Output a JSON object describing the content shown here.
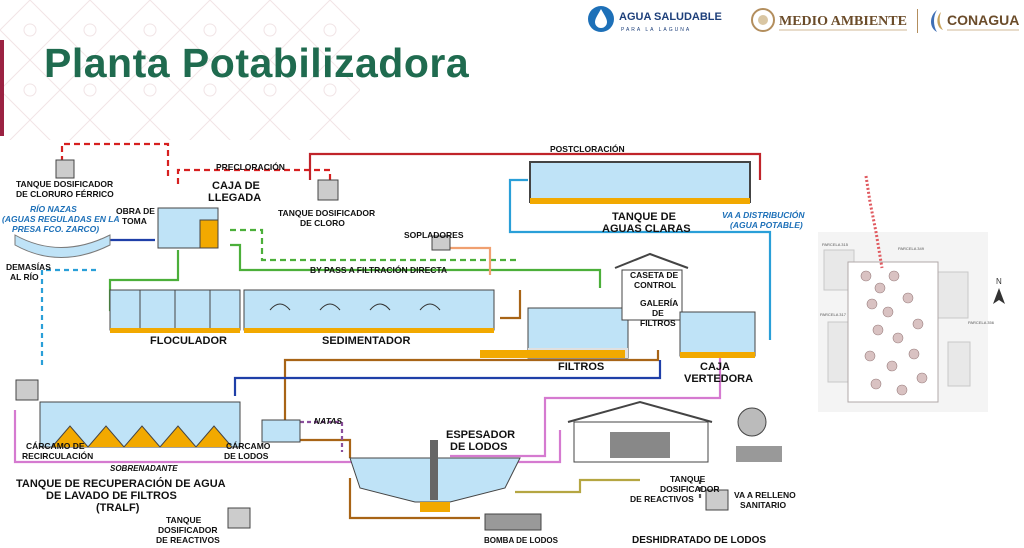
{
  "header": {
    "title": "Planta Potabilizadora",
    "logos": {
      "agua_saludable_main": "AGUA SALUDABLE",
      "agua_saludable_sub": "PARA LA LAGUNA",
      "medio_ambiente": "MEDIO AMBIENTE",
      "conagua": "CONAGUA"
    }
  },
  "labels": {
    "tanque_cloruro_1": "TANQUE DOSIFICADOR",
    "tanque_cloruro_2": "DE CLORURO FÉRRICO",
    "rio_nazas_1": "RÍO NAZAS",
    "rio_nazas_2": "(AGUAS REGULADAS EN LA",
    "rio_nazas_3": "PRESA FCO. ZARCO)",
    "obra_toma_1": "OBRA DE",
    "obra_toma_2": "TOMA",
    "precloracion": "PRECLORACIÓN",
    "caja_llegada_1": "CAJA DE",
    "caja_llegada_2": "LLEGADA",
    "tanque_cloro_1": "TANQUE DOSIFICADOR",
    "tanque_cloro_2": "DE CLORO",
    "postcloracion": "POSTCLORACIÓN",
    "tanque_claras_1": "TANQUE DE",
    "tanque_claras_2": "AGUAS CLARAS",
    "va_distribucion_1": "VA A DISTRIBUCIÓN",
    "va_distribucion_2": "(AGUA POTABLE)",
    "sopladores": "SOPLADORES",
    "demasias_1": "DEMASÍAS",
    "demasias_2": "AL RÍO",
    "bypass": "BY PASS A FILTRACIÓN DIRECTA",
    "caseta_1": "CASETA DE",
    "caseta_2": "CONTROL",
    "galeria_1": "GALERÍA",
    "galeria_2": "DE",
    "galeria_3": "FILTROS",
    "floculador": "FLOCULADOR",
    "sedimentador": "SEDIMENTADOR",
    "filtros": "FILTROS",
    "caja_vertedora_1": "CAJA",
    "caja_vertedora_2": "VERTEDORA",
    "natas": "NATAS",
    "espesador_1": "ESPESADOR",
    "espesador_2": "DE LODOS",
    "carcamo_recirc_1": "CÁRCAMO DE",
    "carcamo_recirc_2": "RECIRCULACIÓN",
    "carcamo_lodos_1": "CÁRCAMO",
    "carcamo_lodos_2": "DE LODOS",
    "sobrenadante": "SOBRENADANTE",
    "tralf_1": "TANQUE DE RECUPERACIÓN DE AGUA",
    "tralf_2": "DE LAVADO DE FILTROS",
    "tralf_3": "(TRALF)",
    "tanque_react_a_1": "TANQUE",
    "tanque_react_a_2": "DOSIFICADOR",
    "tanque_react_a_3": "DE REACTIVOS",
    "tanque_react_b_1": "TANQUE",
    "tanque_react_b_2": "DOSIFICADOR",
    "tanque_react_b_3": "DE REACTIVOS",
    "relleno_1": "VA A RELLENO",
    "relleno_2": "SANITARIO",
    "bomba_lodos": "BOMBA DE LODOS",
    "deshidratado": "DESHIDRATADO DE LODOS"
  },
  "map": {
    "parcela_a": "PARCELA 315",
    "parcela_b": "PARCELA 349",
    "parcela_c": "PARCELA 317",
    "parcela_d": "PARCELA 356",
    "north": "N"
  },
  "colors": {
    "title_green": "#1f6b4f",
    "accent": "#9b2242",
    "water": "#bfe3f7",
    "tank_fill": "#f2a900",
    "line_red_dashed": "#d62020",
    "line_blue_dark": "#1f3fa8",
    "line_blue_light": "#2a9fd8",
    "line_green": "#4caf3a",
    "line_brown": "#a86416",
    "line_pink": "#d57ad0",
    "line_olive": "#b5a642",
    "line_peach": "#f0a070"
  }
}
